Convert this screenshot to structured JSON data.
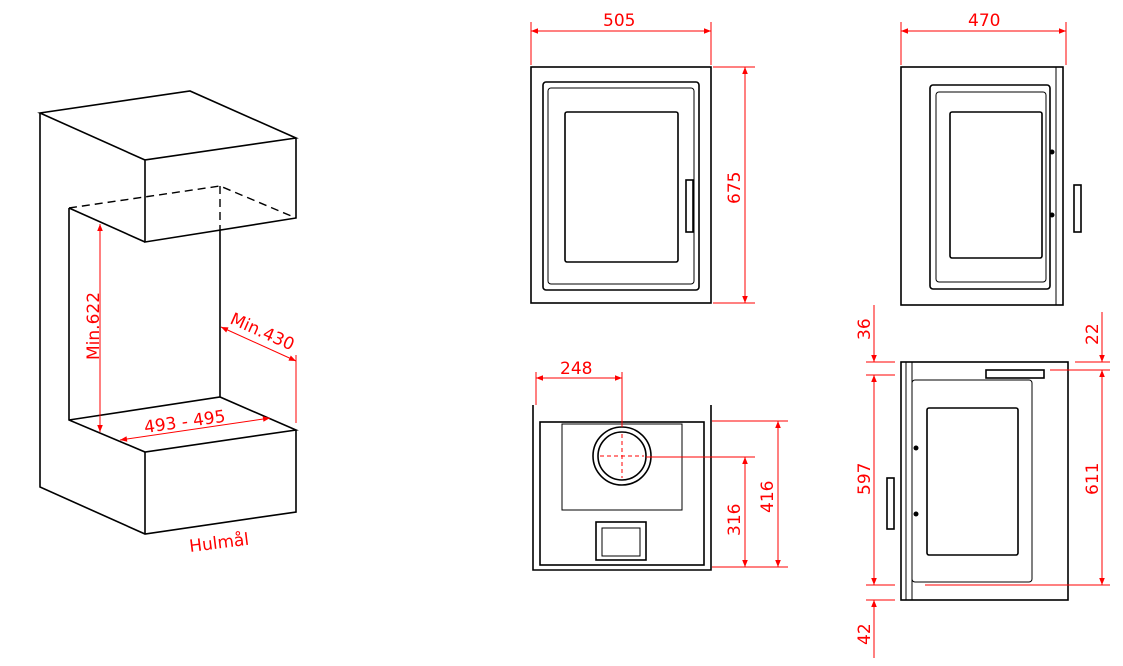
{
  "niche": {
    "height_label": "Min.622",
    "depth_label": "Min.430",
    "width_label": "493 - 495",
    "caption": "Hulmål"
  },
  "front_view": {
    "width_label": "505",
    "height_label": "675"
  },
  "side_view": {
    "width_label": "470"
  },
  "top_view": {
    "offset_label": "248",
    "depth_label": "416",
    "flue_label": "316"
  },
  "section_view": {
    "top_left_label": "36",
    "left_height_label": "597",
    "bottom_left_label": "42",
    "top_right_label": "22",
    "right_height_label": "611"
  },
  "colors": {
    "dimension": "#ff0000",
    "outline": "#000000"
  }
}
